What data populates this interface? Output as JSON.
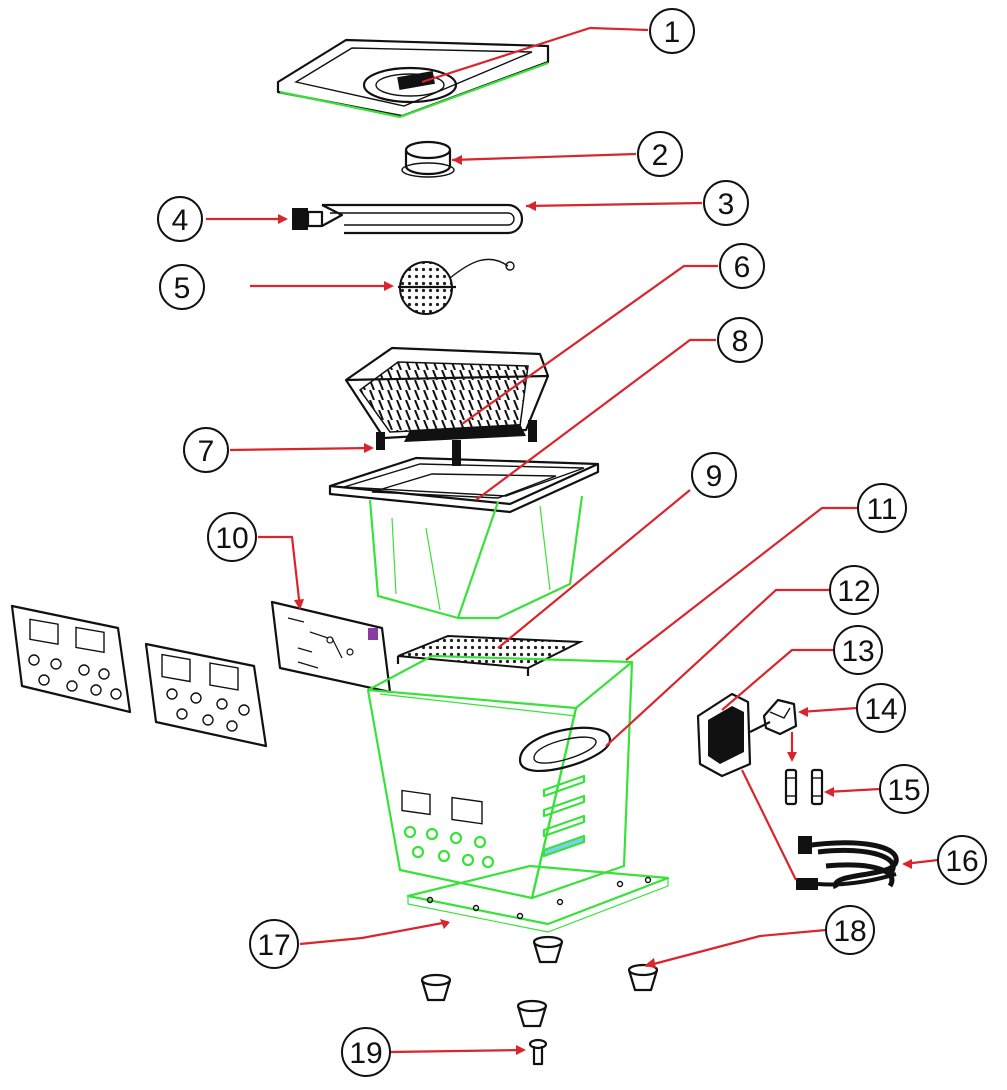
{
  "diagram": {
    "type": "exploded-parts-diagram",
    "accent_color": "#39e23a",
    "leader_color": "#d8262c",
    "callouts": [
      {
        "id": 1,
        "label": "1"
      },
      {
        "id": 2,
        "label": "2"
      },
      {
        "id": 3,
        "label": "3"
      },
      {
        "id": 4,
        "label": "4"
      },
      {
        "id": 5,
        "label": "5"
      },
      {
        "id": 6,
        "label": "6"
      },
      {
        "id": 7,
        "label": "7"
      },
      {
        "id": 8,
        "label": "8"
      },
      {
        "id": 9,
        "label": "9"
      },
      {
        "id": 10,
        "label": "10"
      },
      {
        "id": 11,
        "label": "11"
      },
      {
        "id": 12,
        "label": "12"
      },
      {
        "id": 13,
        "label": "13"
      },
      {
        "id": 14,
        "label": "14"
      },
      {
        "id": 15,
        "label": "15"
      },
      {
        "id": 16,
        "label": "16"
      },
      {
        "id": 17,
        "label": "17"
      },
      {
        "id": 18,
        "label": "18"
      },
      {
        "id": 19,
        "label": "19"
      }
    ]
  }
}
